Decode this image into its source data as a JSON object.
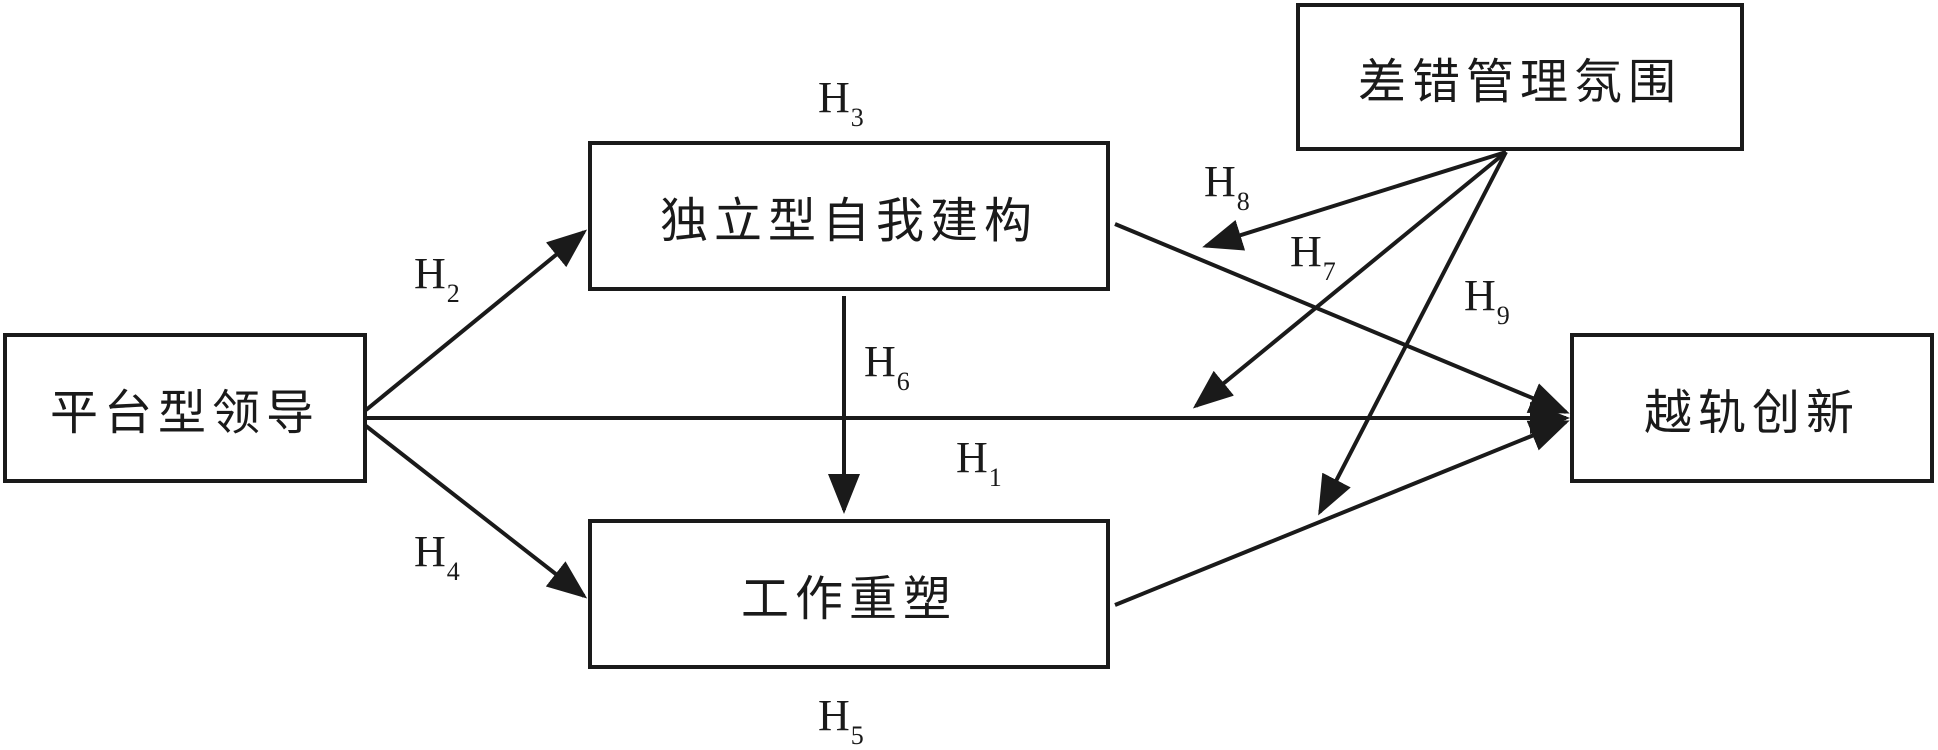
{
  "nodes": {
    "platform_leadership": "平台型领导",
    "independent_self": "独立型自我建构",
    "job_crafting": "工作重塑",
    "deviant_innovation": "越轨创新",
    "error_mgmt_climate": "差错管理氛围"
  },
  "hypotheses": {
    "h1": {
      "letter": "H",
      "num": "1"
    },
    "h2": {
      "letter": "H",
      "num": "2"
    },
    "h3": {
      "letter": "H",
      "num": "3"
    },
    "h4": {
      "letter": "H",
      "num": "4"
    },
    "h5": {
      "letter": "H",
      "num": "5"
    },
    "h6": {
      "letter": "H",
      "num": "6"
    },
    "h7": {
      "letter": "H",
      "num": "7"
    },
    "h8": {
      "letter": "H",
      "num": "8"
    },
    "h9": {
      "letter": "H",
      "num": "9"
    }
  },
  "colors": {
    "stroke": "#1a1a1a",
    "background": "#ffffff"
  }
}
